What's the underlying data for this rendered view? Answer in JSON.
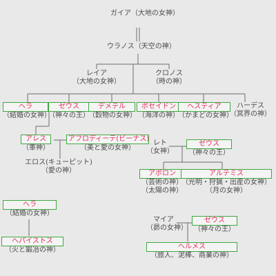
{
  "gods": {
    "gaia": {
      "name": "ガイア",
      "title": "（大地の女神）"
    },
    "uranus": {
      "name": "ウラノス",
      "title": "（天空の神）"
    },
    "rhea": {
      "name": "レイア",
      "title": "（大地の女神）"
    },
    "cronus": {
      "name": "クロノス",
      "title": "（時の神）"
    },
    "hera": {
      "name": "ヘラ",
      "title": "（結婚の女神）"
    },
    "zeus": {
      "name": "ゼウス",
      "title": "（神々の王）"
    },
    "demeter": {
      "name": "デメテル",
      "title": "（穀物の女神）"
    },
    "poseidon": {
      "name": "ポセイドン",
      "title": "（海洋の神）"
    },
    "hestia": {
      "name": "ヘスティア",
      "title": "（かまどの女神）"
    },
    "hades": {
      "name": "ハーデス",
      "title": "（冥界の神）"
    },
    "ares": {
      "name": "アレス",
      "title": "（軍神）"
    },
    "aphrodite": {
      "name": "アフロディーテ(ビーナス)",
      "title": "（美と愛の女神）"
    },
    "eros": {
      "name": "エロス(キューピット)",
      "title": "（愛の神）"
    },
    "leto": {
      "name": "レト",
      "title": "（女神）"
    },
    "zeus2": {
      "name": "ゼウス",
      "title": "（神々の王）"
    },
    "apollo": {
      "name": "アポロン",
      "title": "（芸術の神）",
      "title2": "（太陽の神）"
    },
    "artemis": {
      "name": "アルテミス",
      "title": "（光明・狩猟・出産の女神）",
      "title2": "（月の女神）"
    },
    "hera2": {
      "name": "ヘラ",
      "title": "（結婚の女神）"
    },
    "hephaestus": {
      "name": "ヘパイストス",
      "title": "（火と鍛冶の神）"
    },
    "maia": {
      "name": "マイア",
      "title": "（昴の女神）"
    },
    "zeus3": {
      "name": "ゼウス",
      "title": "（神々の王）"
    },
    "hermes": {
      "name": "ヘルメス",
      "title": "（旅人、泥棒、商業の神）"
    }
  }
}
